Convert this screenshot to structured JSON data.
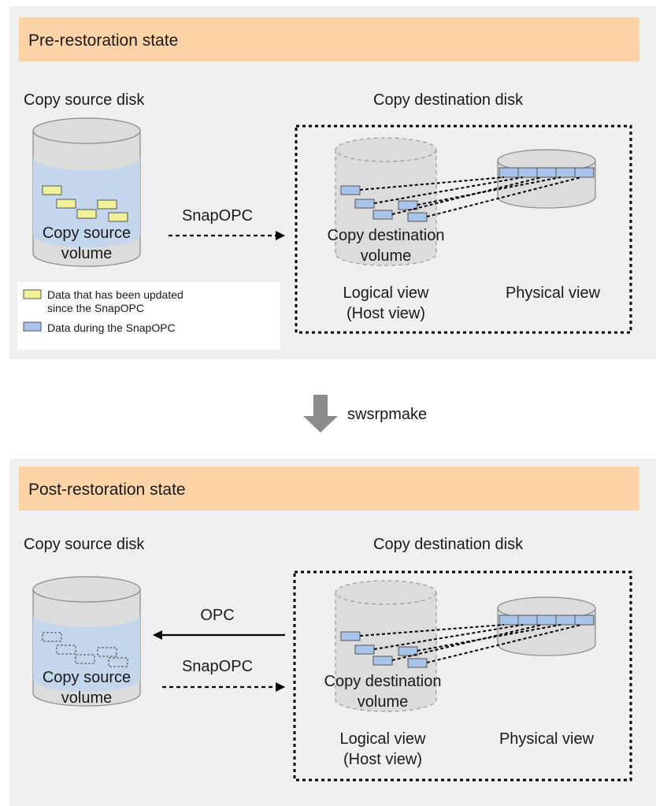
{
  "colors": {
    "panel_bg": "#efefef",
    "header_bg": "#fbd3a6",
    "disk_gray": "#dcdcdc",
    "disk_edge": "#888888",
    "volume_blue": "#c3d6ec",
    "data_blue": "#a9c4ea",
    "data_yellow": "#f1f19a",
    "arrow_gray": "#8c8c8c"
  },
  "pre": {
    "title": "Pre-restoration state",
    "source_disk_label": "Copy source disk",
    "dest_disk_label": "Copy destination disk",
    "source_volume_line1": "Copy source",
    "source_volume_line2": "volume",
    "dest_volume_line1": "Copy destination",
    "dest_volume_line2": "volume",
    "arrow_label": "SnapOPC",
    "logical_view_line1": "Logical view",
    "logical_view_line2": "(Host view)",
    "physical_view": "Physical view",
    "legend": {
      "updated_line1": "Data that has been updated",
      "updated_line2": "since the SnapOPC",
      "during": "Data during the SnapOPC"
    }
  },
  "transition": {
    "command": "swsrpmake"
  },
  "post": {
    "title": "Post-restoration state",
    "source_disk_label": "Copy source disk",
    "dest_disk_label": "Copy destination disk",
    "source_volume_line1": "Copy source",
    "source_volume_line2": "volume",
    "dest_volume_line1": "Copy destination",
    "dest_volume_line2": "volume",
    "opc_label": "OPC",
    "snapopc_label": "SnapOPC",
    "logical_view_line1": "Logical view",
    "logical_view_line2": "(Host view)",
    "physical_view": "Physical view"
  }
}
